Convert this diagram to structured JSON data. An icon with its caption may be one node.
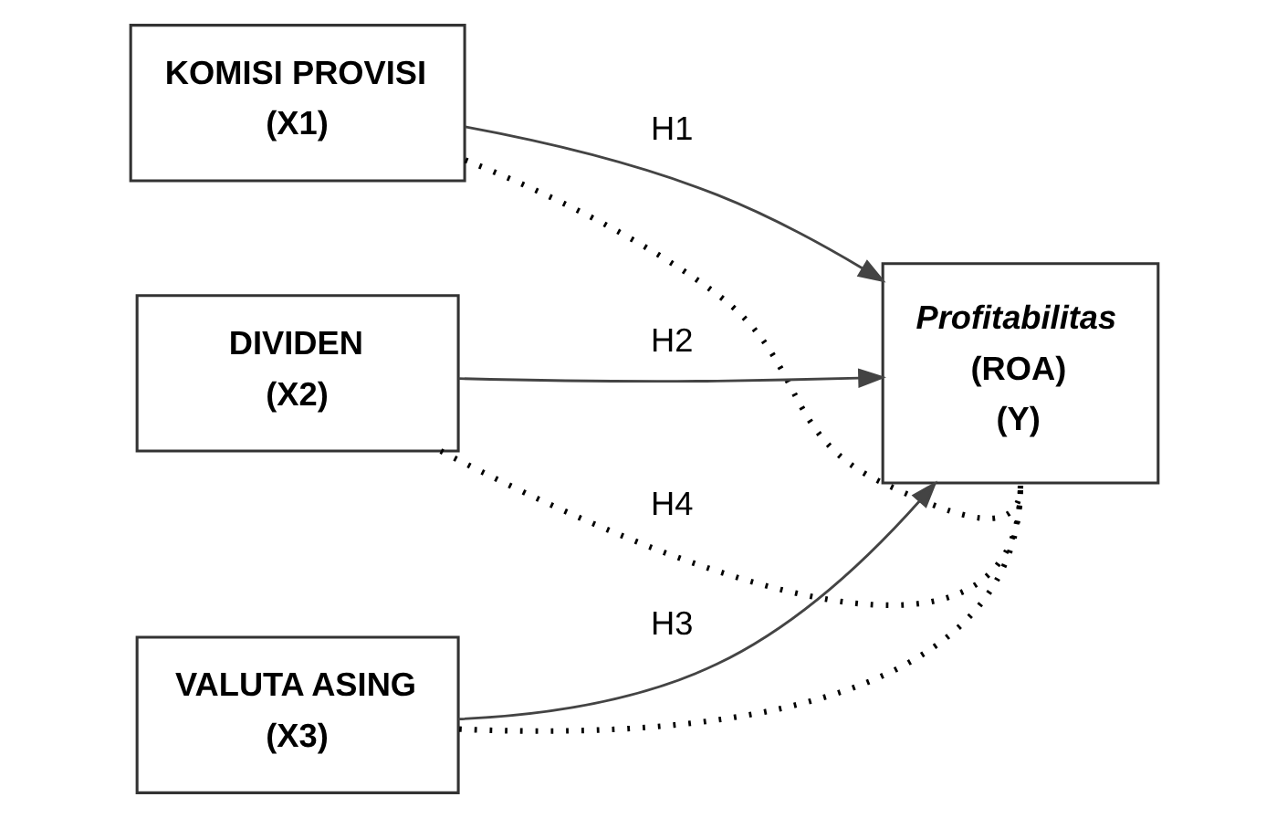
{
  "diagram": {
    "nodes": [
      {
        "text": [
          "KOMISI PROVISI",
          "(X1)"
        ]
      },
      {
        "text": [
          "DIVIDEN",
          "(X2)"
        ]
      },
      {
        "text": [
          "VALUTA ASING",
          "(X3)"
        ]
      },
      {
        "text": [
          "Profitabilitas",
          "(ROA)",
          "(Y)"
        ]
      }
    ],
    "edges": [
      {
        "from": 0,
        "to": 3,
        "arrow": "to",
        "label": "H1"
      },
      {
        "from": 1,
        "to": 3,
        "arrow": "to",
        "label": "H2"
      },
      {
        "from": 2,
        "to": 3,
        "arrow": "to",
        "label": "H3"
      },
      {
        "from": 0,
        "to": 3,
        "arrow": "none",
        "style": "dashed"
      },
      {
        "from": 1,
        "to": 3,
        "arrow": "none",
        "style": "dashed",
        "label": "H4"
      },
      {
        "from": 2,
        "to": 3,
        "arrow": "none",
        "style": "dashed"
      }
    ]
  }
}
